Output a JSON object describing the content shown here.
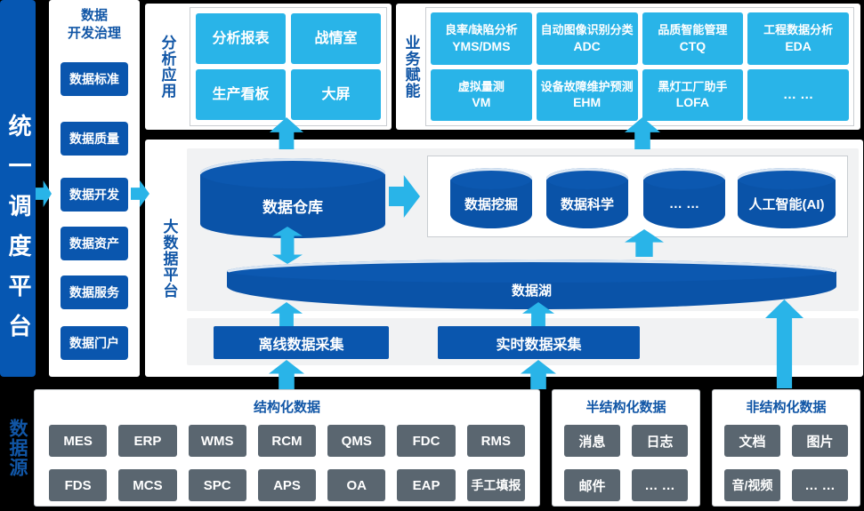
{
  "colors": {
    "dark_blue": "#0a56ae",
    "cyan": "#29b4e8",
    "label_blue": "#1156a6",
    "gray_button": "#5a6670",
    "panel_gray": "#f1f2f3",
    "background": "#000000"
  },
  "scheduler_bar": {
    "title": "统一调度平台"
  },
  "governance": {
    "title_line1": "数据",
    "title_line2": "开发治理",
    "items": [
      "数据标准",
      "数据质量",
      "数据开发",
      "数据资产",
      "数据服务",
      "数据门户"
    ]
  },
  "analysis": {
    "label": "分析应用",
    "items": [
      "分析报表",
      "战情室",
      "生产看板",
      "大屏"
    ]
  },
  "business": {
    "label": "业务赋能",
    "items": [
      {
        "name": "良率/缺陷分析",
        "code": "YMS/DMS"
      },
      {
        "name": "自动图像识别分类",
        "code": "ADC"
      },
      {
        "name": "品质智能管理",
        "code": "CTQ"
      },
      {
        "name": "工程数据分析",
        "code": "EDA"
      },
      {
        "name": "虚拟量测",
        "code": "VM"
      },
      {
        "name": "设备故障维护预测",
        "code": "EHM"
      },
      {
        "name": "黑灯工厂助手",
        "code": "LOFA"
      },
      {
        "name": "… …",
        "code": ""
      }
    ]
  },
  "bigdata": {
    "label": "大数据平台",
    "warehouse": "数据仓库",
    "services": [
      "数据挖掘",
      "数据科学",
      "… …",
      "人工智能(AI)"
    ],
    "lake": "数据湖",
    "collectors": [
      "离线数据采集",
      "实时数据采集"
    ]
  },
  "sources": {
    "label": "数据源",
    "structured": {
      "title": "结构化数据",
      "row1": [
        "MES",
        "ERP",
        "WMS",
        "RCM",
        "QMS",
        "FDC",
        "RMS"
      ],
      "row2": [
        "FDS",
        "MCS",
        "SPC",
        "APS",
        "OA",
        "EAP",
        "手工填报"
      ]
    },
    "semi": {
      "title": "半结构化数据",
      "items": [
        "消息",
        "日志",
        "邮件",
        "… …"
      ]
    },
    "unstructured": {
      "title": "非结构化数据",
      "items": [
        "文档",
        "图片",
        "音/视频",
        "… …"
      ]
    }
  }
}
